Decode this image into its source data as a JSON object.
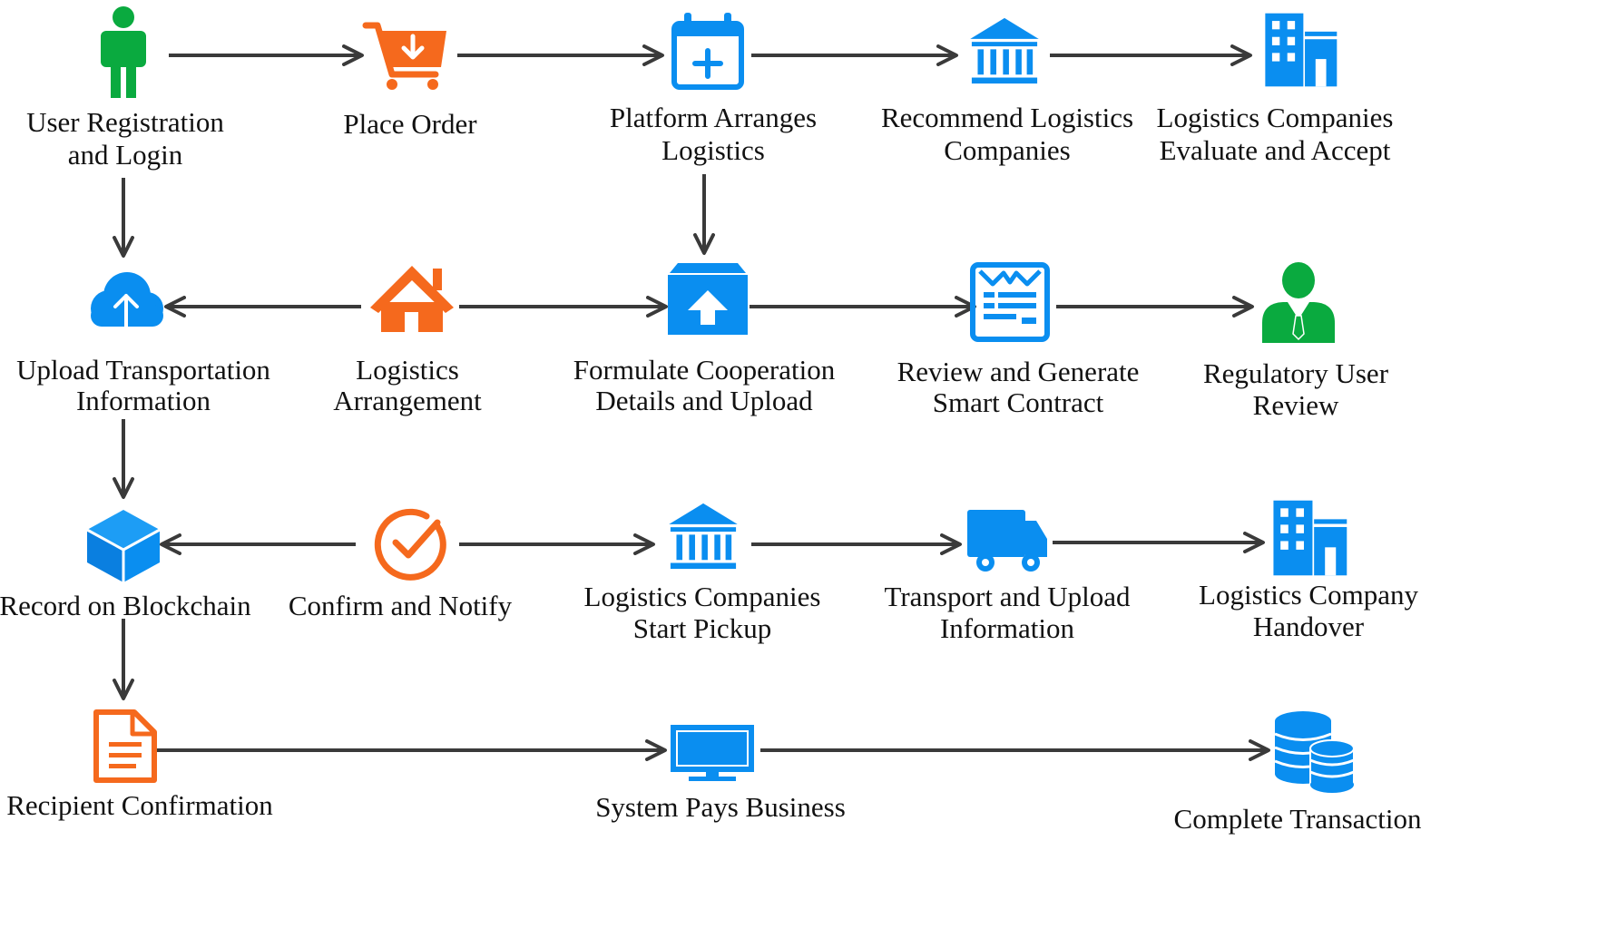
{
  "colors": {
    "blue": "#0a8ef0",
    "orange": "#f5691d",
    "green": "#0aaa3f",
    "arrow": "#3a3a3a",
    "text": "#111111"
  },
  "nodes": {
    "user_registration": {
      "line1": "User Registration",
      "line2": "and Login",
      "icon": "person-icon"
    },
    "place_order": {
      "line1": "Place Order",
      "icon": "shopping-cart-icon"
    },
    "platform_arranges": {
      "line1": "Platform Arranges",
      "line2": "Logistics",
      "icon": "calendar-plus-icon"
    },
    "recommend_logistics": {
      "line1": "Recommend Logistics",
      "line2": "Companies",
      "icon": "bank-icon"
    },
    "evaluate_accept": {
      "line1": "Logistics Companies",
      "line2": "Evaluate and Accept",
      "icon": "office-buildings-icon"
    },
    "upload_transport": {
      "line1": "Upload Transportation",
      "line2": "Information",
      "icon": "cloud-upload-icon"
    },
    "logistics_arrangement": {
      "line1": "Logistics",
      "line2": "Arrangement",
      "icon": "house-icon"
    },
    "formulate_cooperation": {
      "line1": "Formulate Cooperation",
      "line2": "Details and Upload",
      "icon": "box-upload-icon"
    },
    "smart_contract": {
      "line1": "Review and Generate",
      "line2": "Smart Contract",
      "icon": "contract-form-icon"
    },
    "regulatory_review": {
      "line1": "Regulatory User",
      "line2": "Review",
      "icon": "business-user-icon"
    },
    "record_blockchain": {
      "line1": "Record on Blockchain",
      "icon": "cube-icon"
    },
    "confirm_notify": {
      "line1": "Confirm and Notify",
      "icon": "check-circle-icon"
    },
    "start_pickup": {
      "line1": "Logistics Companies",
      "line2": "Start Pickup",
      "icon": "bank-icon"
    },
    "transport_upload": {
      "line1": "Transport and Upload",
      "line2": "Information",
      "icon": "truck-icon"
    },
    "handover": {
      "line1": "Logistics Company",
      "line2": "Handover",
      "icon": "office-buildings-icon"
    },
    "recipient_confirmation": {
      "line1": "Recipient Confirmation",
      "icon": "document-icon"
    },
    "system_pays": {
      "line1": "System Pays Business",
      "icon": "monitor-icon"
    },
    "complete_transaction": {
      "line1": "Complete Transaction",
      "icon": "database-icon"
    }
  },
  "edges": [
    {
      "from": "user_registration",
      "to": "place_order"
    },
    {
      "from": "place_order",
      "to": "platform_arranges"
    },
    {
      "from": "platform_arranges",
      "to": "recommend_logistics"
    },
    {
      "from": "recommend_logistics",
      "to": "evaluate_accept"
    },
    {
      "from": "user_registration",
      "to": "upload_transport"
    },
    {
      "from": "platform_arranges",
      "to": "formulate_cooperation"
    },
    {
      "from": "logistics_arrangement",
      "to": "upload_transport"
    },
    {
      "from": "logistics_arrangement",
      "to": "formulate_cooperation"
    },
    {
      "from": "formulate_cooperation",
      "to": "smart_contract"
    },
    {
      "from": "smart_contract",
      "to": "regulatory_review"
    },
    {
      "from": "upload_transport",
      "to": "record_blockchain"
    },
    {
      "from": "confirm_notify",
      "to": "record_blockchain"
    },
    {
      "from": "confirm_notify",
      "to": "start_pickup"
    },
    {
      "from": "start_pickup",
      "to": "transport_upload"
    },
    {
      "from": "transport_upload",
      "to": "handover"
    },
    {
      "from": "record_blockchain",
      "to": "recipient_confirmation"
    },
    {
      "from": "recipient_confirmation",
      "to": "system_pays"
    },
    {
      "from": "system_pays",
      "to": "complete_transaction"
    }
  ]
}
